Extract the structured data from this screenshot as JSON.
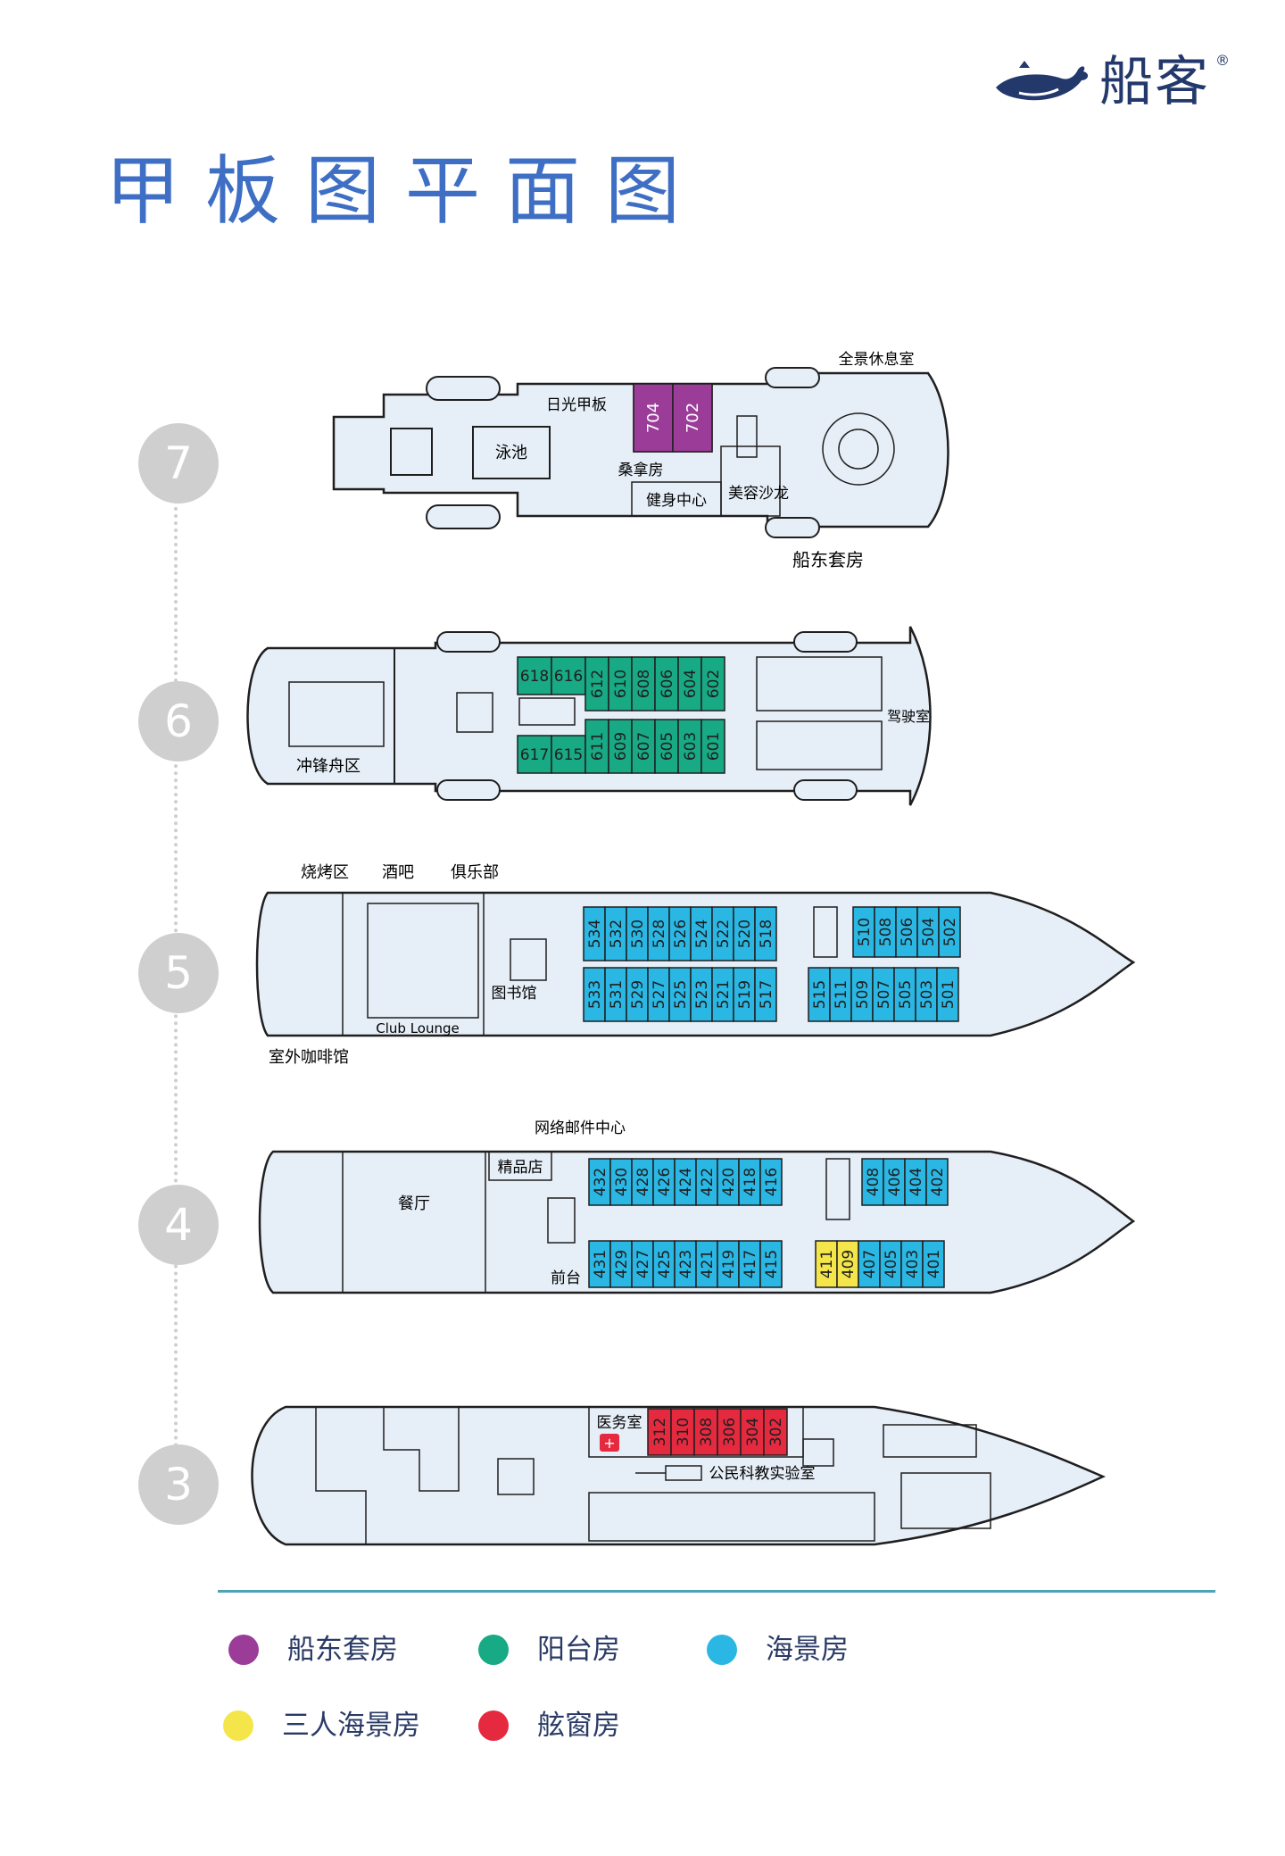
{
  "brand": {
    "name": "船客",
    "mark": "®"
  },
  "page_title": "甲板图平面图",
  "colors": {
    "owner_suite": "#9b3c98",
    "balcony": "#18a985",
    "sea_view": "#2bb7e4",
    "triple_sea_view": "#f4e64a",
    "porthole": "#e5293f",
    "hull_fill": "#e6eef7",
    "hull_line": "#1f1f1f"
  },
  "decks": [
    {
      "number": "7",
      "labels": {
        "sun_deck": "日光甲板",
        "panorama": "全景休息室",
        "pool": "泳池",
        "sauna": "桑拿房",
        "gym": "健身中心",
        "beauty": "美容沙龙",
        "owner_suite": "船东套房"
      },
      "cabins": [
        {
          "no": "704",
          "cat": "owner_suite"
        },
        {
          "no": "702",
          "cat": "owner_suite"
        }
      ]
    },
    {
      "number": "6",
      "labels": {
        "kayak": "冲锋舟区",
        "bridge": "驾驶室"
      },
      "cabins_top": [
        "618",
        "616",
        "612",
        "610",
        "608",
        "606",
        "604",
        "602"
      ],
      "cabins_bottom": [
        "617",
        "615",
        "611",
        "609",
        "607",
        "605",
        "603",
        "601"
      ],
      "cabin_cat": "balcony"
    },
    {
      "number": "5",
      "labels": {
        "bbq": "烧烤区",
        "bar": "酒吧",
        "club": "俱乐部",
        "library": "图书馆",
        "club_lounge": "Club Lounge",
        "cafe": "室外咖啡馆"
      },
      "cabins_top_a": [
        "534",
        "532",
        "530",
        "528",
        "526",
        "524",
        "522",
        "520",
        "518"
      ],
      "cabins_bottom_a": [
        "533",
        "531",
        "529",
        "527",
        "525",
        "523",
        "521",
        "519",
        "517"
      ],
      "cabins_top_b": [
        "510",
        "508",
        "506",
        "504",
        "502"
      ],
      "cabins_bottom_b": [
        "515",
        "511",
        "509",
        "507",
        "505",
        "503",
        "501"
      ],
      "cabin_cat": "sea_view"
    },
    {
      "number": "4",
      "labels": {
        "internet": "网络邮件中心",
        "shop": "精品店",
        "dining": "餐厅",
        "reception": "前台"
      },
      "cabins_top_a": [
        "432",
        "430",
        "428",
        "426",
        "424",
        "422",
        "420",
        "418",
        "416"
      ],
      "cabins_bottom_a": [
        "431",
        "429",
        "427",
        "425",
        "423",
        "421",
        "419",
        "417",
        "415"
      ],
      "cabins_top_b": [
        "408",
        "406",
        "404",
        "402"
      ],
      "cabins_triple": [
        "411",
        "409"
      ],
      "cabins_bottom_b": [
        "407",
        "405",
        "403",
        "401"
      ],
      "cabin_cat": "sea_view"
    },
    {
      "number": "3",
      "labels": {
        "medical": "医务室",
        "lab": "公民科教实验室"
      },
      "cabins": [
        "312",
        "310",
        "308",
        "306",
        "304",
        "302"
      ],
      "cabin_cat": "porthole"
    }
  ],
  "legend": [
    {
      "label": "船东套房",
      "cat": "owner_suite"
    },
    {
      "label": "阳台房",
      "cat": "balcony"
    },
    {
      "label": "海景房",
      "cat": "sea_view"
    },
    {
      "label": "三人海景房",
      "cat": "triple_sea_view"
    },
    {
      "label": "舷窗房",
      "cat": "porthole"
    }
  ]
}
